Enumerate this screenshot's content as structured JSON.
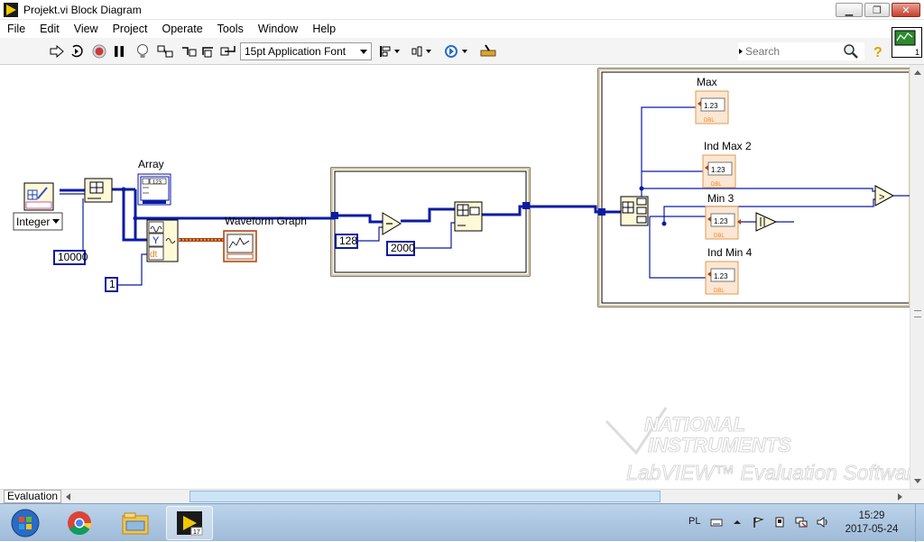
{
  "window": {
    "title": "Projekt.vi Block Diagram",
    "minimize_label": "▁",
    "maximize_label": "❐",
    "close_label": "✕"
  },
  "menu": [
    "File",
    "Edit",
    "View",
    "Project",
    "Operate",
    "Tools",
    "Window",
    "Help"
  ],
  "toolbar": {
    "font": "15pt Application Font",
    "search_placeholder": "Search"
  },
  "vi_icon_label": "1",
  "diagram": {
    "labels": {
      "array": "Array",
      "waveform_graph": "Waveform Graph",
      "max": "Max",
      "ind_max2": "Ind Max 2",
      "min3": "Min 3",
      "ind_min4": "Ind Min 4"
    },
    "constants": {
      "samples": "10000",
      "dt": "1",
      "c128": "128",
      "c2000": "2000"
    },
    "integer_ring": "Integer",
    "dbl_tag": "DBL",
    "numeric_glyph": "1.23",
    "array_glyph": "123",
    "y_label": "Y",
    "dt_label": "dt"
  },
  "watermark": {
    "line1": "NATIONAL",
    "line2": "INSTRUMENTS",
    "line3": "LabVIEW™ Evaluation Software"
  },
  "status": {
    "context": "Evaluation"
  },
  "taskbar": {
    "language": "PL",
    "time": "15:29",
    "date": "2017-05-24",
    "labview_badge": "17"
  },
  "colors": {
    "wire_dbl": "#f07f1e",
    "wire_int": "#0b1ba3",
    "frame": "#d8c9a0",
    "waveform_wire": "#a8430d"
  }
}
